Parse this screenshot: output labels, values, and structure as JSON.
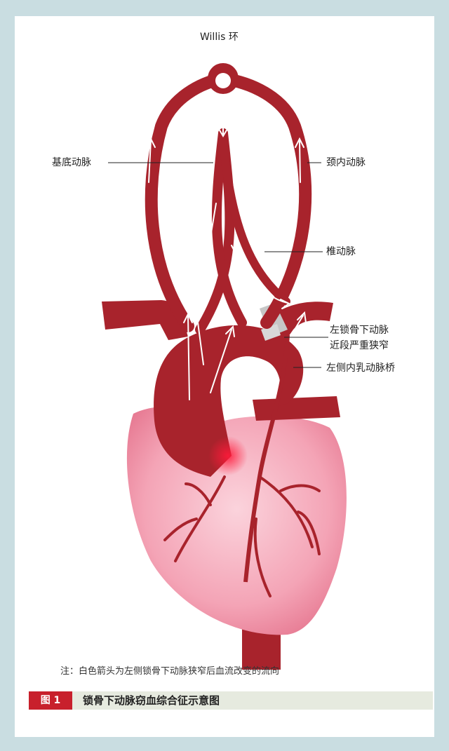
{
  "labels": {
    "willis": "Willis 环",
    "basilar": "基底动脉",
    "carotid": "颈内动脉",
    "vertebral": "椎动脉",
    "stenosis_line1": "左锁骨下动脉",
    "stenosis_line2": "近段严重狭窄",
    "lima": "左侧内乳动脉桥"
  },
  "note": "注：白色箭头为左侧锁骨下动脉狭窄后血流改变的流向",
  "caption": {
    "number": "图 1",
    "title": "锁骨下动脉窃血综合征示意图"
  },
  "colors": {
    "background": "#c9dde1",
    "artery": "#a8232c",
    "heart": "#f4a7b6",
    "caption_accent": "#c8202c"
  }
}
